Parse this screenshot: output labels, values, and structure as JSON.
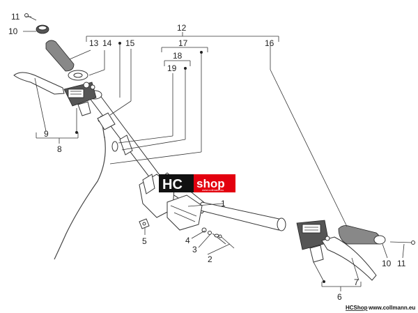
{
  "brand": {
    "logo_left": "HC",
    "logo_right": "shop",
    "logo_sub": "www.collmann.eu",
    "footer_bold": "HCShop",
    "footer_url": "www.collmann.eu",
    "colors": {
      "logo_red": "#e3000f",
      "logo_black": "#111111",
      "line": "#333333"
    }
  },
  "callouts": [
    {
      "id": "c1",
      "label": "1"
    },
    {
      "id": "c2",
      "label": "2"
    },
    {
      "id": "c3",
      "label": "3"
    },
    {
      "id": "c4",
      "label": "4"
    },
    {
      "id": "c5",
      "label": "5"
    },
    {
      "id": "c6",
      "label": "6"
    },
    {
      "id": "c7",
      "label": "7"
    },
    {
      "id": "c8",
      "label": "8"
    },
    {
      "id": "c9",
      "label": "9"
    },
    {
      "id": "c10a",
      "label": "10"
    },
    {
      "id": "c10b",
      "label": "10"
    },
    {
      "id": "c11a",
      "label": "11"
    },
    {
      "id": "c11b",
      "label": "11"
    },
    {
      "id": "c12",
      "label": "12"
    },
    {
      "id": "c13",
      "label": "13"
    },
    {
      "id": "c14",
      "label": "14"
    },
    {
      "id": "c15",
      "label": "15"
    },
    {
      "id": "c16",
      "label": "16"
    },
    {
      "id": "c17",
      "label": "17"
    },
    {
      "id": "c18",
      "label": "18"
    },
    {
      "id": "c19",
      "label": "19"
    }
  ]
}
